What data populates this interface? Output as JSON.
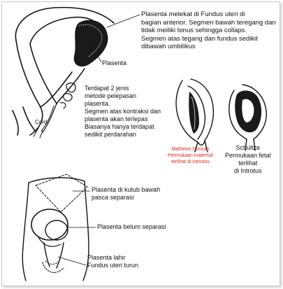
{
  "labels": {
    "fundus_note": "Plasenta melekat di Fundus uteri di\nbagian anterior. Segmen bawah teregang dan\ntidak meiliki tonus sehingga collaps.\nSegmen atas tegang dan fundus sedikit\ndibawah umbilikus",
    "plasenta": "Plasenta",
    "cord": "Cord",
    "methods_note": "Terdapat 2 jenis\nmetode pelepasan\nplasenta.\nSegmen atas kontraksi dan\nplasenta akan terlepas\nBiasanya hanya terdapat\nsedikit perdarahan",
    "schultze": "Schultze\nPermukaan fetal\nterlihat\ndi Introtus",
    "duncan": "Mathews Duncan\nPermukaan maternal\nterlihat di intriotus",
    "kutub_bawah": "Plasenta di kutub bawah\npasca separasi",
    "belum_separasi": "Plasenta  belum separasi",
    "lahir": "Plasenta lahir\nFundus uteri turun"
  },
  "colors": {
    "ink": "#111111",
    "red_text": "#e0271d",
    "background": "#ffffff",
    "frame": "#c8c8c8"
  }
}
